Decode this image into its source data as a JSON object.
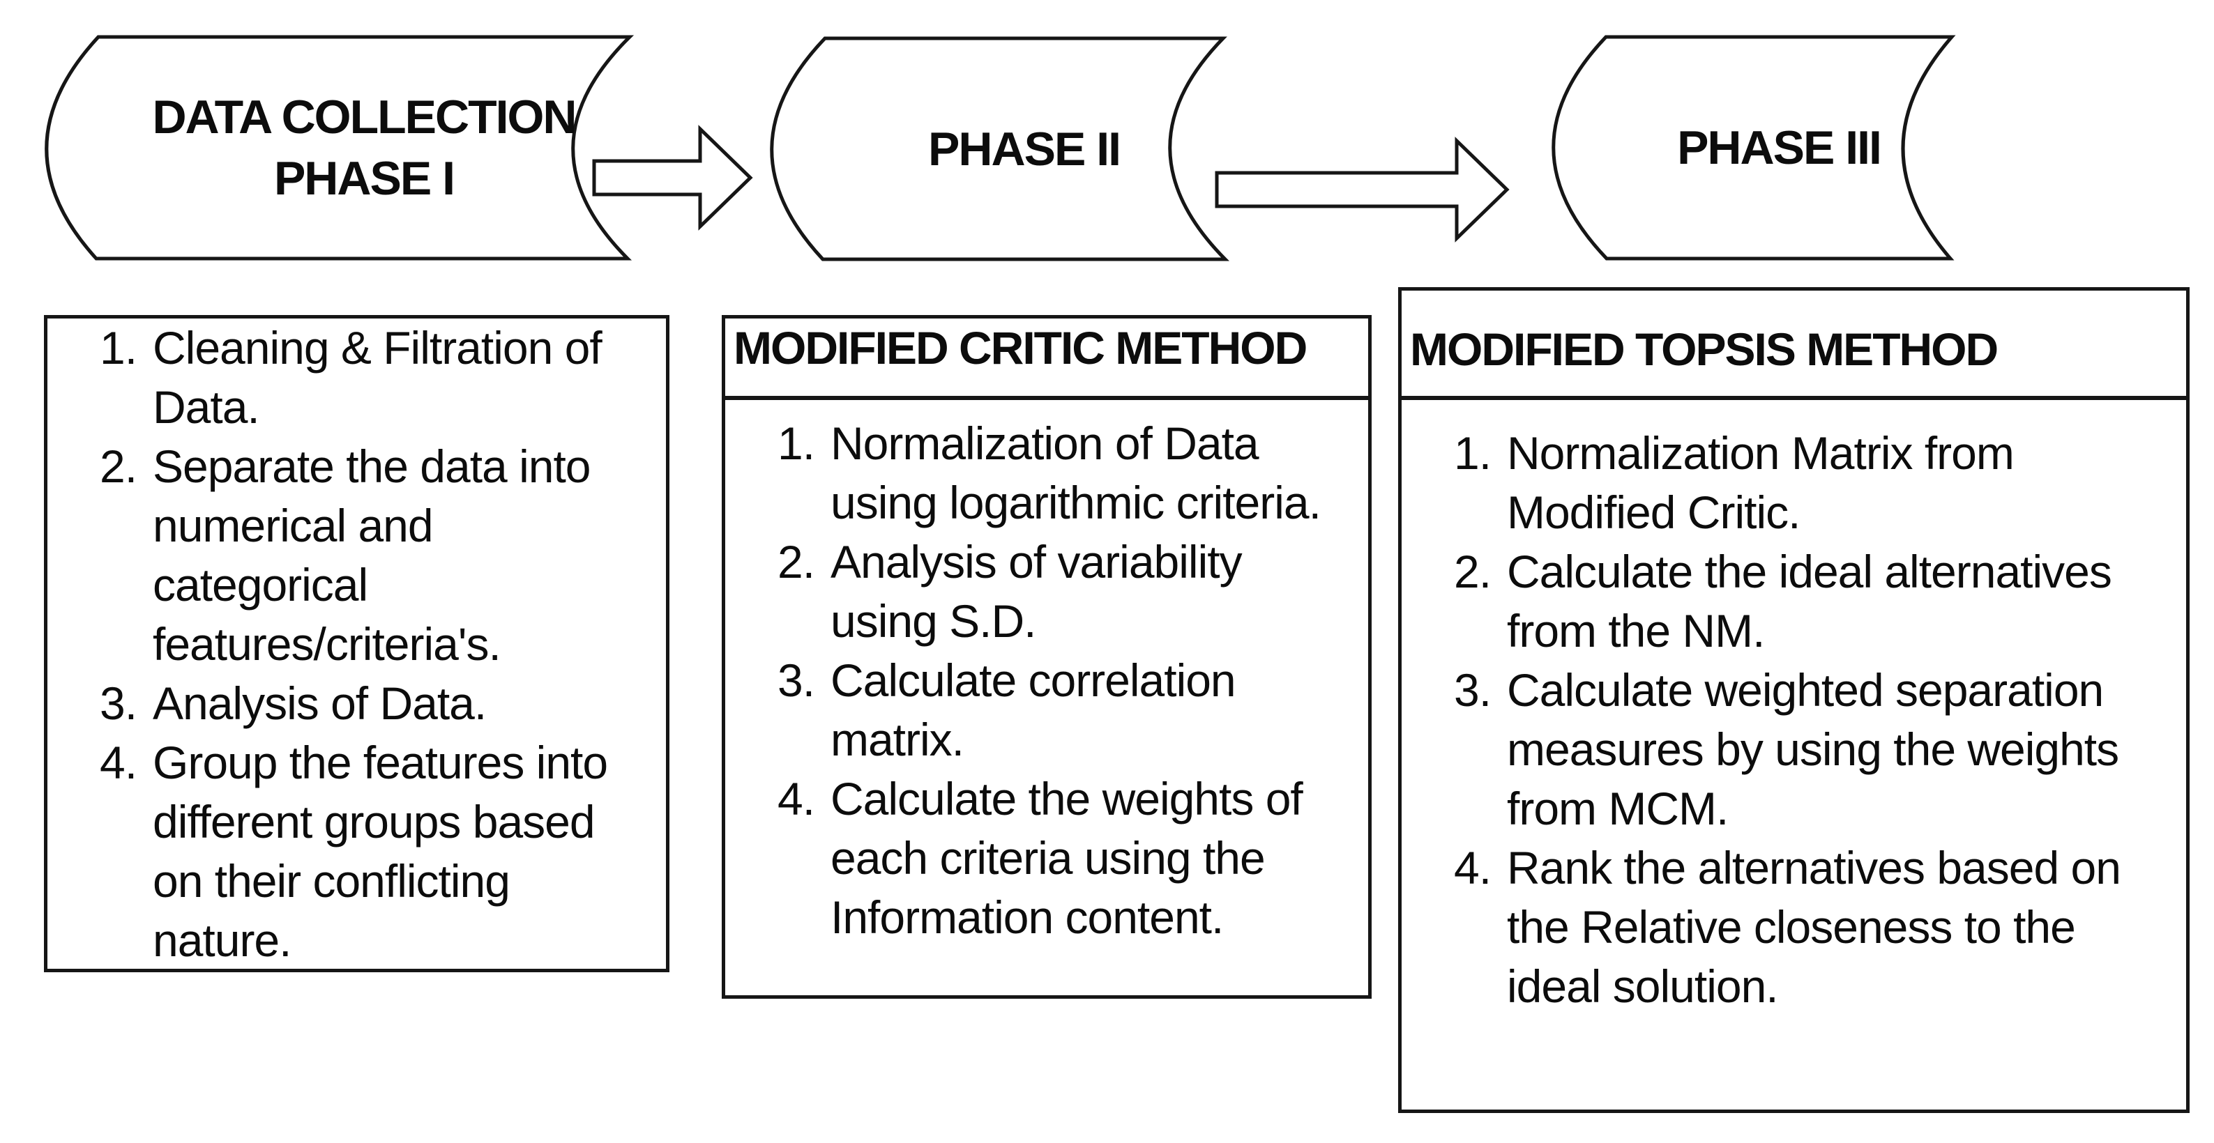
{
  "banners": [
    {
      "label": "DATA COLLECTION\nPHASE I"
    },
    {
      "label": "PHASE II"
    },
    {
      "label": "PHASE III"
    }
  ],
  "boxes": [
    {
      "items": [
        {
          "num": "1.",
          "text": "Cleaning & Filtration of\nData."
        },
        {
          "num": "2.",
          "text": "Separate the data into\nnumerical and\ncategorical\nfeatures/criteria's."
        },
        {
          "num": "3.",
          "text": "Analysis of Data."
        },
        {
          "num": "4.",
          "text": "Group the features into\ndifferent groups based\non their conflicting\nnature."
        }
      ]
    },
    {
      "title": "MODIFIED CRITIC METHOD",
      "items": [
        {
          "num": "1.",
          "text": "Normalization of Data\nusing logarithmic criteria."
        },
        {
          "num": "2.",
          "text": "Analysis of variability\nusing S.D."
        },
        {
          "num": "3.",
          "text": "Calculate correlation\nmatrix."
        },
        {
          "num": "4.",
          "text": "Calculate the weights of\neach criteria using the\nInformation content."
        }
      ]
    },
    {
      "title": "MODIFIED TOPSIS METHOD",
      "items": [
        {
          "num": "1.",
          "text": "Normalization Matrix from\nModified Critic."
        },
        {
          "num": "2.",
          "text": "Calculate the ideal alternatives\nfrom the NM."
        },
        {
          "num": "3.",
          "text": "Calculate weighted separation\nmeasures by using the weights\nfrom MCM."
        },
        {
          "num": "4.",
          "text": "Rank the alternatives based on\nthe Relative closeness to the\nideal solution."
        }
      ]
    }
  ],
  "colors": {
    "ink": "#161616",
    "paper": "#ffffff"
  }
}
